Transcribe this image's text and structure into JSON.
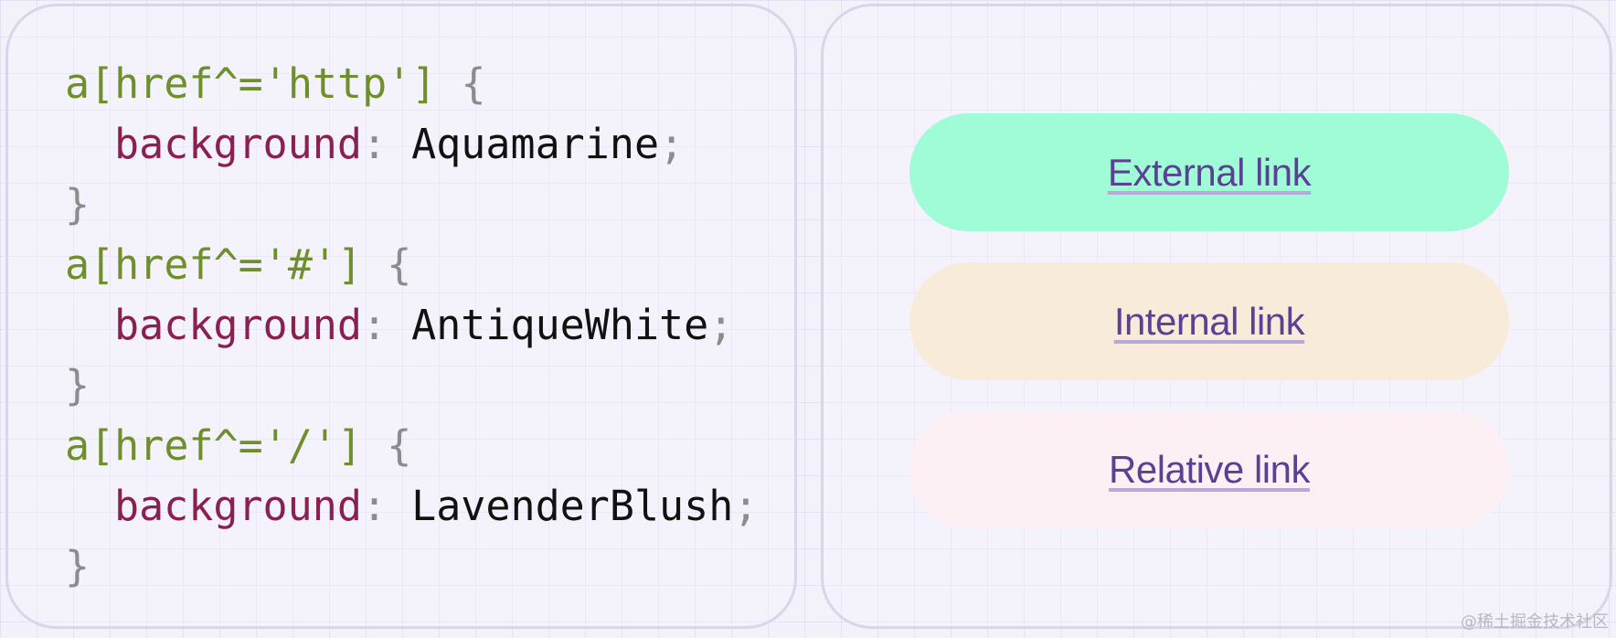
{
  "code": {
    "rules": [
      {
        "selector": "a[href^='http']",
        "open_brace": "{",
        "property": "background",
        "colon": ":",
        "value": "Aquamarine",
        "semicolon": ";",
        "close_brace": "}"
      },
      {
        "selector": "a[href^='#']",
        "open_brace": "{",
        "property": "background",
        "colon": ":",
        "value": "AntiqueWhite",
        "semicolon": ";",
        "close_brace": "}"
      },
      {
        "selector": "a[href^='/']",
        "open_brace": "{",
        "property": "background",
        "colon": ":",
        "value": "LavenderBlush",
        "semicolon": ";",
        "close_brace": "}"
      }
    ]
  },
  "preview": {
    "links": [
      {
        "label": "External link",
        "background": "#a0fcd6"
      },
      {
        "label": "Internal link",
        "background": "#f8ebd9"
      },
      {
        "label": "Relative link",
        "background": "#fdf0f5"
      }
    ]
  },
  "colors": {
    "selector": "#6e8f2c",
    "property": "#8a1f52",
    "value": "#111111",
    "punctuation": "#8c8c8c",
    "link_text": "#5a4194"
  },
  "watermark": "@稀土掘金技术社区"
}
